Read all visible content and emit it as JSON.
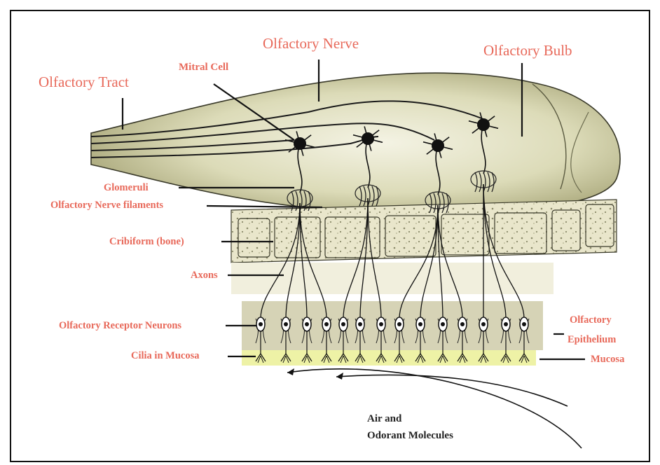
{
  "labels": {
    "olfactory_tract": "Olfactory Tract",
    "mitral_cell": "Mitral Cell",
    "olfactory_nerve": "Olfactory Nerve",
    "olfactory_bulb": "Olfactory Bulb",
    "glomeruli": "Glomeruli",
    "nerve_filaments": "Olfactory Nerve filaments",
    "cribiform": "Cribiform (bone)",
    "axons": "Axons",
    "receptor_neurons": "Olfactory Receptor Neurons",
    "cilia": "Cilia in Mucosa",
    "epithelium_line1": "Olfactory",
    "epithelium_line2": "Epithelium",
    "mucosa": "Mucosa",
    "air_line1": "Air and",
    "air_line2": "Odorant Molecules"
  },
  "colors": {
    "label": "#e8695a",
    "bulb": "#d9d8b0",
    "bone": "#e6e3c4",
    "mucosa": "#eef2a6",
    "ink": "#1a1a1a"
  }
}
